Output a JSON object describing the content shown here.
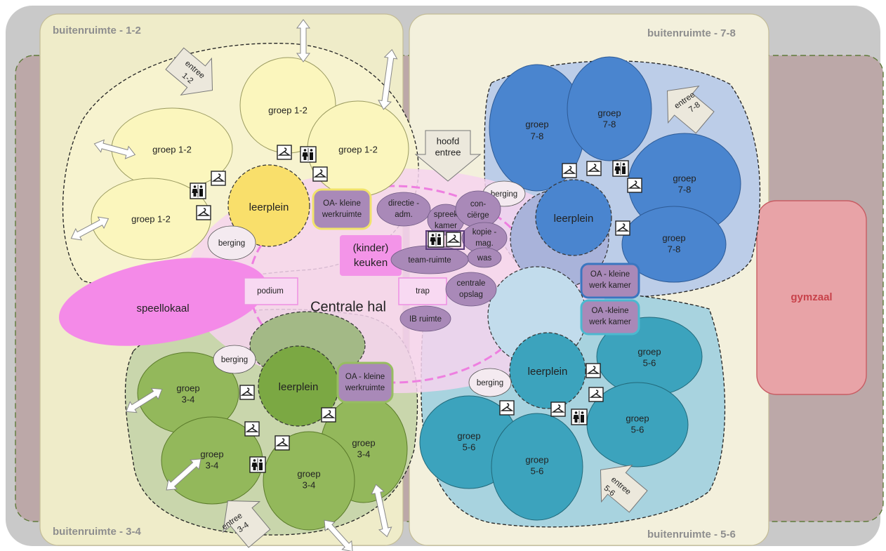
{
  "zones": {
    "outdoor_12": "buitenruimte - 1-2",
    "outdoor_78": "buitenruimte - 7-8",
    "outdoor_34": "buitenruimte - 3-4",
    "outdoor_56": "buitenruimte - 5-6",
    "gym": "gymzaal"
  },
  "entrances": {
    "e12": [
      "entree",
      "1-2"
    ],
    "e78": [
      "entree",
      "7-8"
    ],
    "e34": [
      "entree",
      "3-4"
    ],
    "e56": [
      "entree",
      "5-6"
    ],
    "main": [
      "hoofd",
      "entree"
    ]
  },
  "rooms": {
    "g12": [
      "groep 1-2"
    ],
    "g78": [
      "groep",
      "7-8"
    ],
    "g34": [
      "groep",
      "3-4"
    ],
    "g56": [
      "groep",
      "5-6"
    ],
    "leerplein": [
      "leerplein"
    ],
    "berging": [
      "berging"
    ],
    "speellokaal": "speellokaal",
    "centrale_hal": "Centrale hal",
    "podium": "podium",
    "trap": "trap",
    "kinderkeuken": [
      "(kinder)",
      "keuken"
    ],
    "oa_werkruimte_12": [
      "OA- kleine",
      "werkruimte"
    ],
    "oa_werkruimte_34": [
      "OA - kleine",
      "werkruimte"
    ],
    "oa_werkkamer_1": [
      "OA - kleine",
      "werk kamer"
    ],
    "oa_werkkamer_2": [
      "OA -kleine",
      "werk kamer"
    ],
    "directie": [
      "directie -",
      "adm."
    ],
    "spreekkamer": [
      "spreek",
      "kamer"
    ],
    "concierge": [
      "con-",
      "ciërge"
    ],
    "kopie": [
      "kopie -",
      "mag."
    ],
    "was": [
      "was"
    ],
    "teamruimte": [
      "team-ruimte"
    ],
    "centrale_opslag": [
      "centrale",
      "opslag"
    ],
    "ib_ruimte": [
      "IB ruimte"
    ]
  },
  "icons": [
    "coat-hanger-icon",
    "toilet-icon",
    "double-arrow-icon"
  ],
  "colors": {
    "group12": "#fbf6bd",
    "group78": "#4a85cf",
    "group34": "#93b85b",
    "group56": "#3ca3bd",
    "central": "#f7d2ef",
    "purple": "#a989b8",
    "speellokaal": "#f48ae8",
    "gym": "#e8a3a7"
  }
}
